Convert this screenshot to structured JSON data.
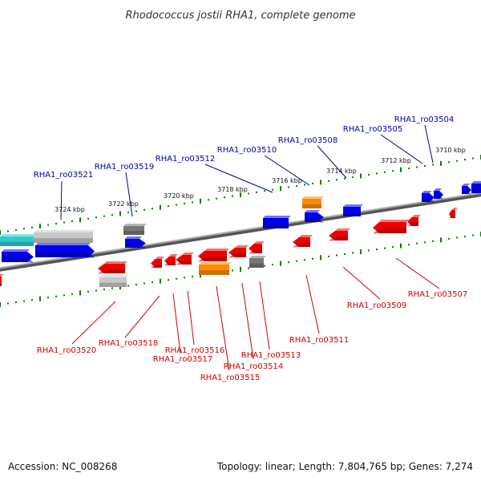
{
  "title": "Rhodococcus jostii RHA1, complete genome",
  "footer": {
    "accession": "Accession: NC_008268",
    "topology": "Topology: linear; Length: 7,804,765 bp; Genes: 7,274"
  },
  "colors": {
    "forward": "#0000ee",
    "reverse": "#ee0000",
    "orange": "#ff8c00",
    "gray": "#777777",
    "lightgray": "#c8c8c8",
    "cyan": "#33cccc",
    "tick": "#008000",
    "label_forward": "#0000aa",
    "label_reverse": "#cc0000"
  },
  "scale_labels": [
    "3710 kbp",
    "3712 kbp",
    "3714 kbp",
    "3716 kbp",
    "3718 kbp",
    "3720 kbp",
    "3722 kbp",
    "3724 kbp"
  ],
  "forward_labels": [
    "RHA1_ro03504",
    "RHA1_ro03505",
    "RHA1_ro03508",
    "RHA1_ro03510",
    "RHA1_ro03512",
    "RHA1_ro03519",
    "RHA1_ro03521"
  ],
  "reverse_labels": [
    "RHA1_ro03507",
    "RHA1_ro03509",
    "RHA1_ro03511",
    "RHA1_ro03513",
    "RHA1_ro03514",
    "RHA1_ro03515",
    "RHA1_ro03516",
    "RHA1_ro03517",
    "RHA1_ro03518",
    "RHA1_ro03520"
  ]
}
